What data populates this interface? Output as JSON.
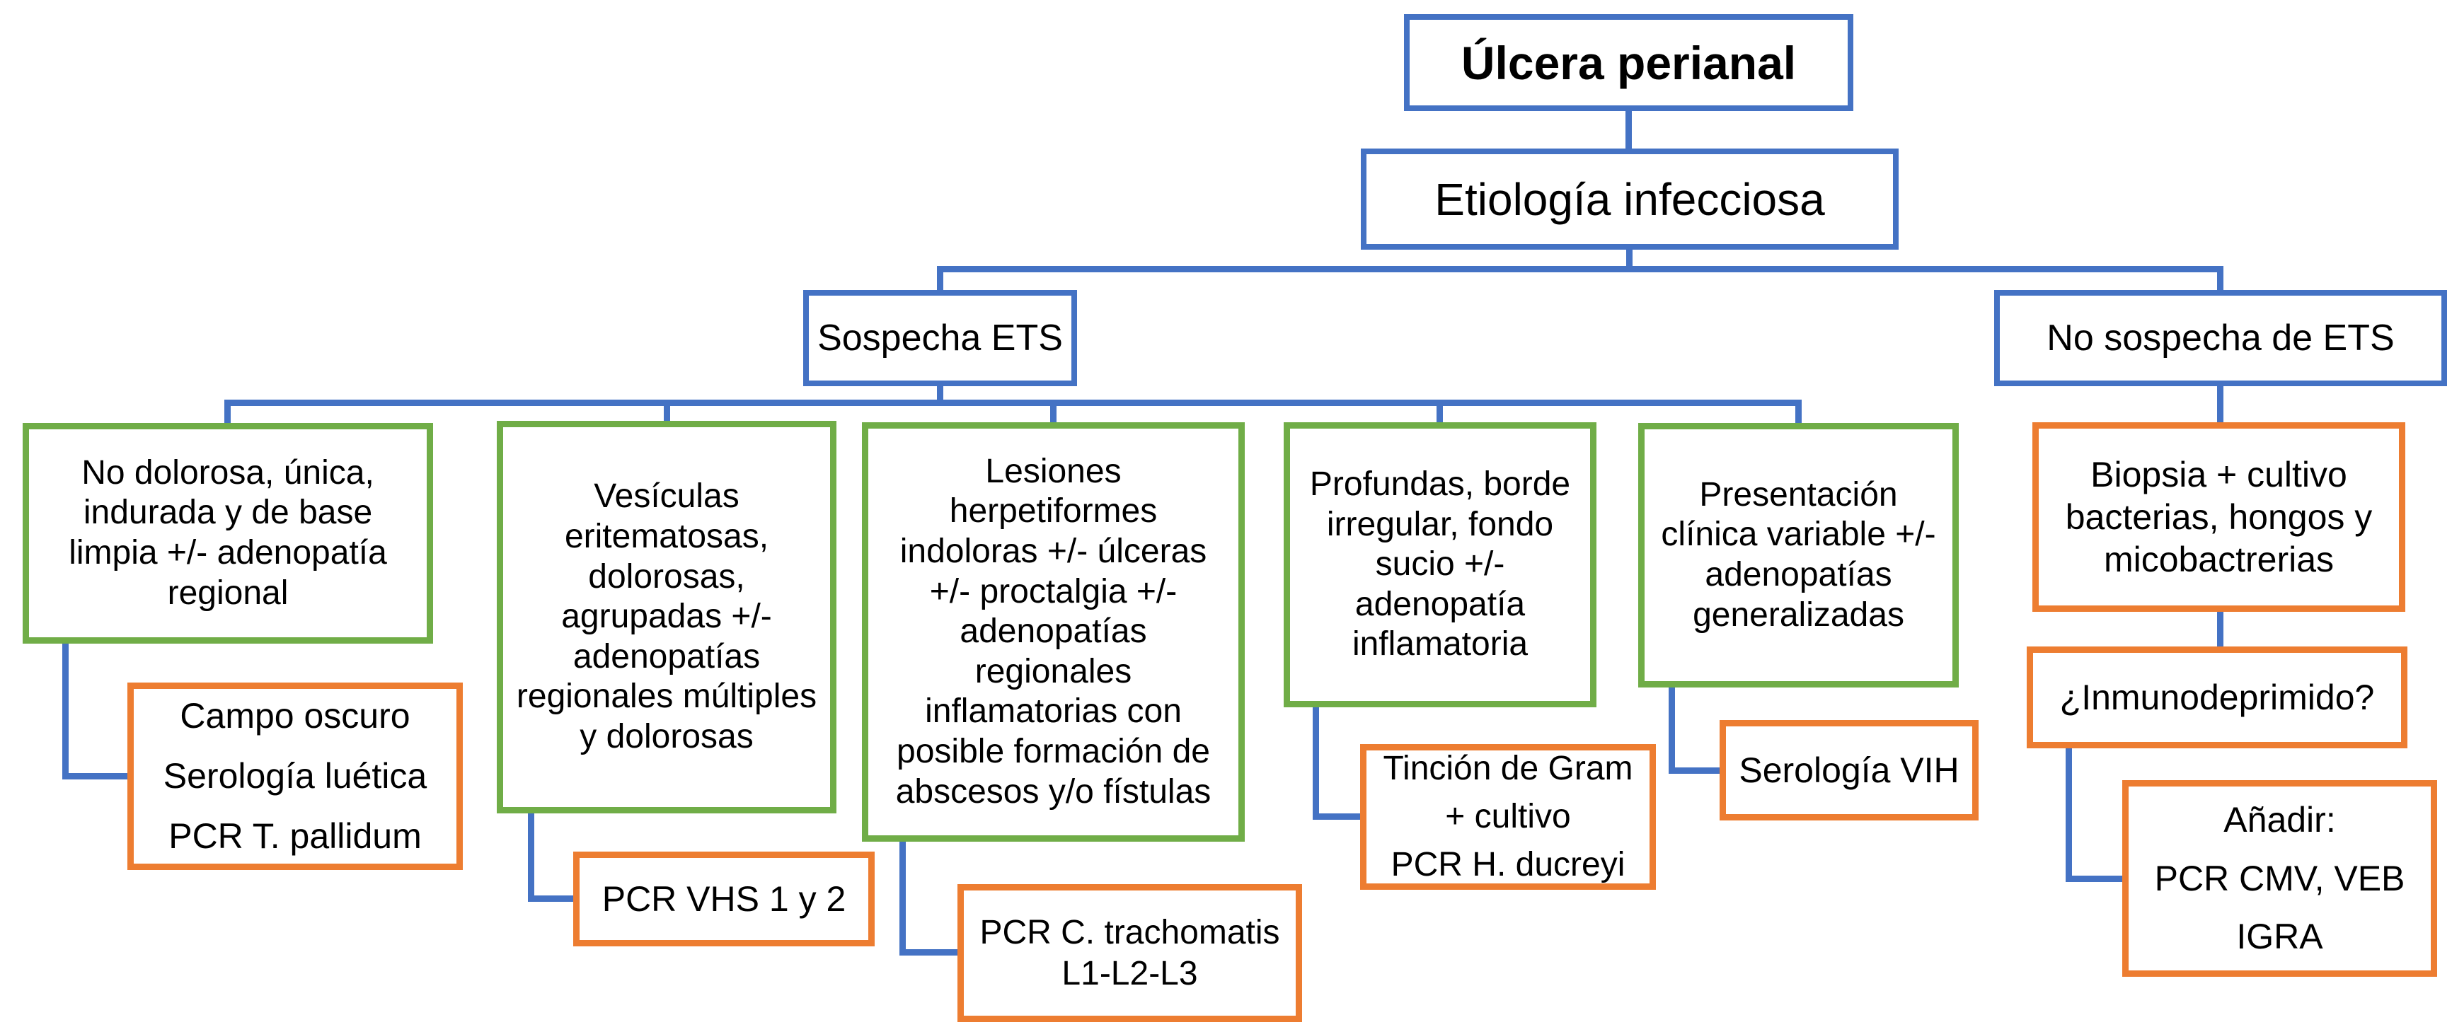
{
  "palette": {
    "blue": "#4472C4",
    "green": "#70AD47",
    "orange": "#ED7D31",
    "ink": "#000000",
    "bg": "#FFFFFF"
  },
  "nodes": {
    "title": "Úlcera perianal",
    "etiologia": "Etiología infecciosa",
    "sospecha_ets": "Sospecha ETS",
    "no_sospecha_ets": "No sospecha de ETS",
    "sifilis_clinica": "No dolorosa, única,\nindurada y de base\nlimpia +/- adenopatía\nregional",
    "sifilis_pruebas": "Campo oscuro\nSerología luética\nPCR T. pallidum",
    "herpes_clinica": "Vesículas\neritematosas,\ndolorosas,\nagrupadas +/-\nadenopatías\nregionales múltiples\ny dolorosas",
    "herpes_pruebas": "PCR VHS 1 y 2",
    "linfogranuloma_clinica": "Lesiones\nherpetiformes\nindoloras +/- úlceras\n+/- proctalgia +/-\nadenopatías\nregionales\ninflamatorias con\nposible formación de\nabscesos y/o fístulas",
    "linfogranuloma_pruebas": "PCR C. trachomatis\nL1-L2-L3",
    "chancroide_clinica": "Profundas, borde\nirregular, fondo\nsucio +/-\nadenopatía\ninflamatoria",
    "chancroide_pruebas": "Tinción de Gram\n+ cultivo\nPCR H. ducreyi",
    "vih_clinica": "Presentación\nclínica variable +/-\nadenopatías\ngeneralizadas",
    "vih_pruebas": "Serología VIH",
    "biopsia": "Biopsia + cultivo\nbacterias, hongos y\nmicobactrerias",
    "inmunodeprimido": "¿Inmunodeprimido?",
    "anadir": "Añadir:\nPCR CMV, VEB\nIGRA"
  }
}
